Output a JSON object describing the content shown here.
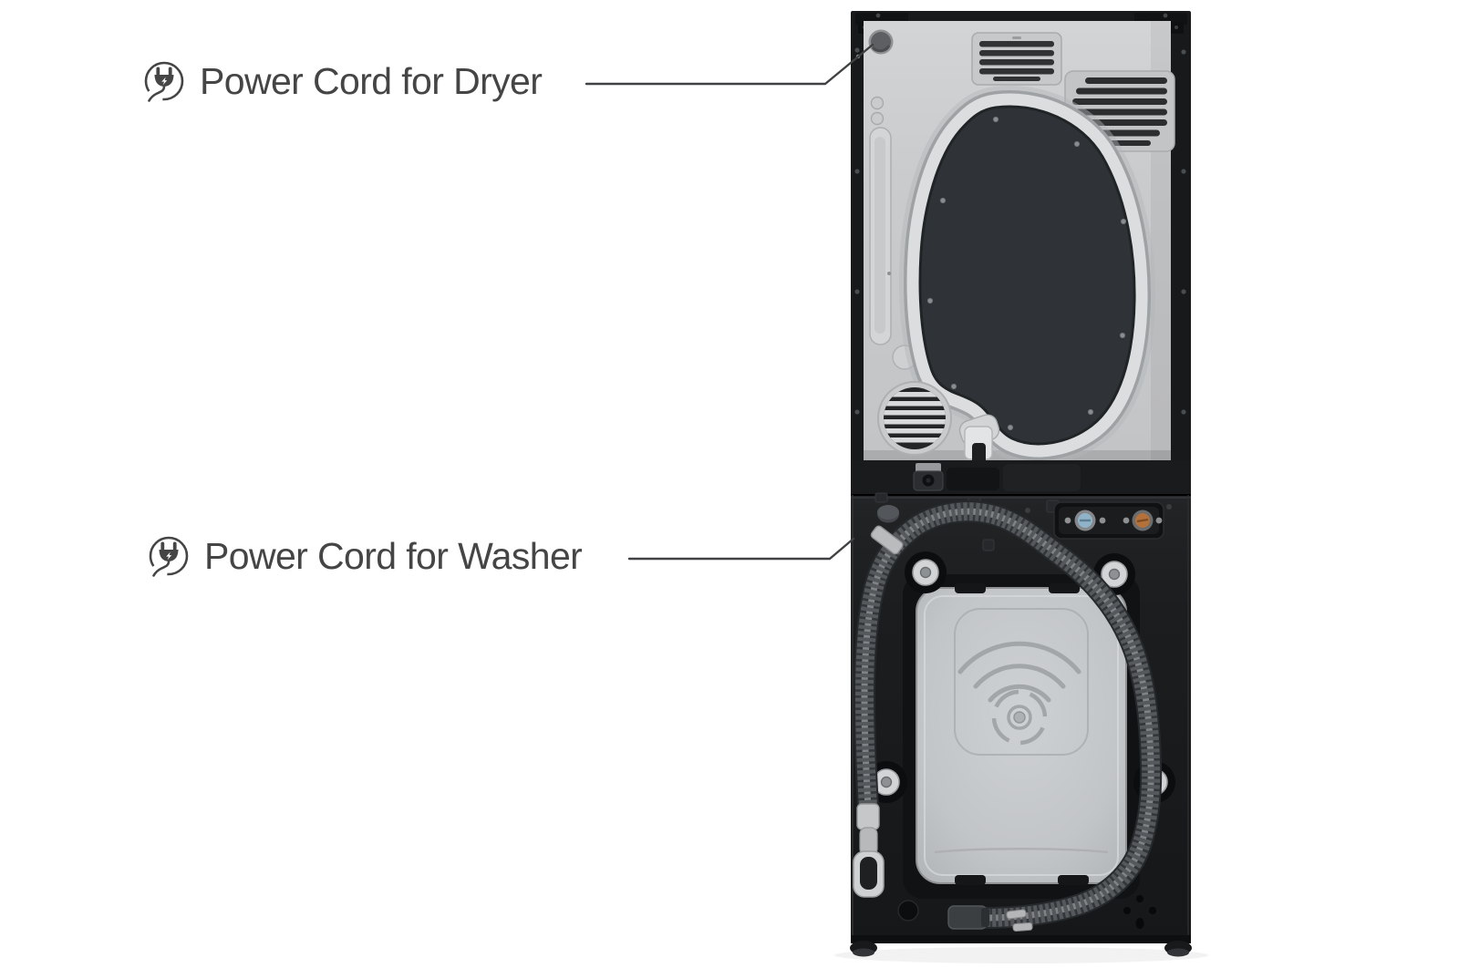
{
  "background": "#ffffff",
  "callouts": [
    {
      "label": "Power Cord for Dryer",
      "icon": "power-plug-icon",
      "target": "dryer-power-cord-port"
    },
    {
      "label": "Power Cord for Washer",
      "icon": "power-plug-icon",
      "target": "washer-power-cord-port"
    }
  ],
  "figure": {
    "type": "product-rear-view",
    "units": [
      {
        "name": "dryer",
        "position": "top"
      },
      {
        "name": "washer",
        "position": "bottom"
      }
    ]
  },
  "colors": {
    "label_text": "#454545",
    "leader_line": "#3f4142",
    "appliance_trim_black": "#17191b",
    "dryer_panel_silver": "#c9cbcd",
    "dryer_seal_charcoal": "#2f3338",
    "washer_body_black": "#1b1d1f",
    "washer_panel_silver": "#c3c6c9",
    "hose_gray": "#56595c",
    "cold_inlet_blue": "#8fb3c9",
    "hot_inlet_copper": "#b5713a"
  }
}
